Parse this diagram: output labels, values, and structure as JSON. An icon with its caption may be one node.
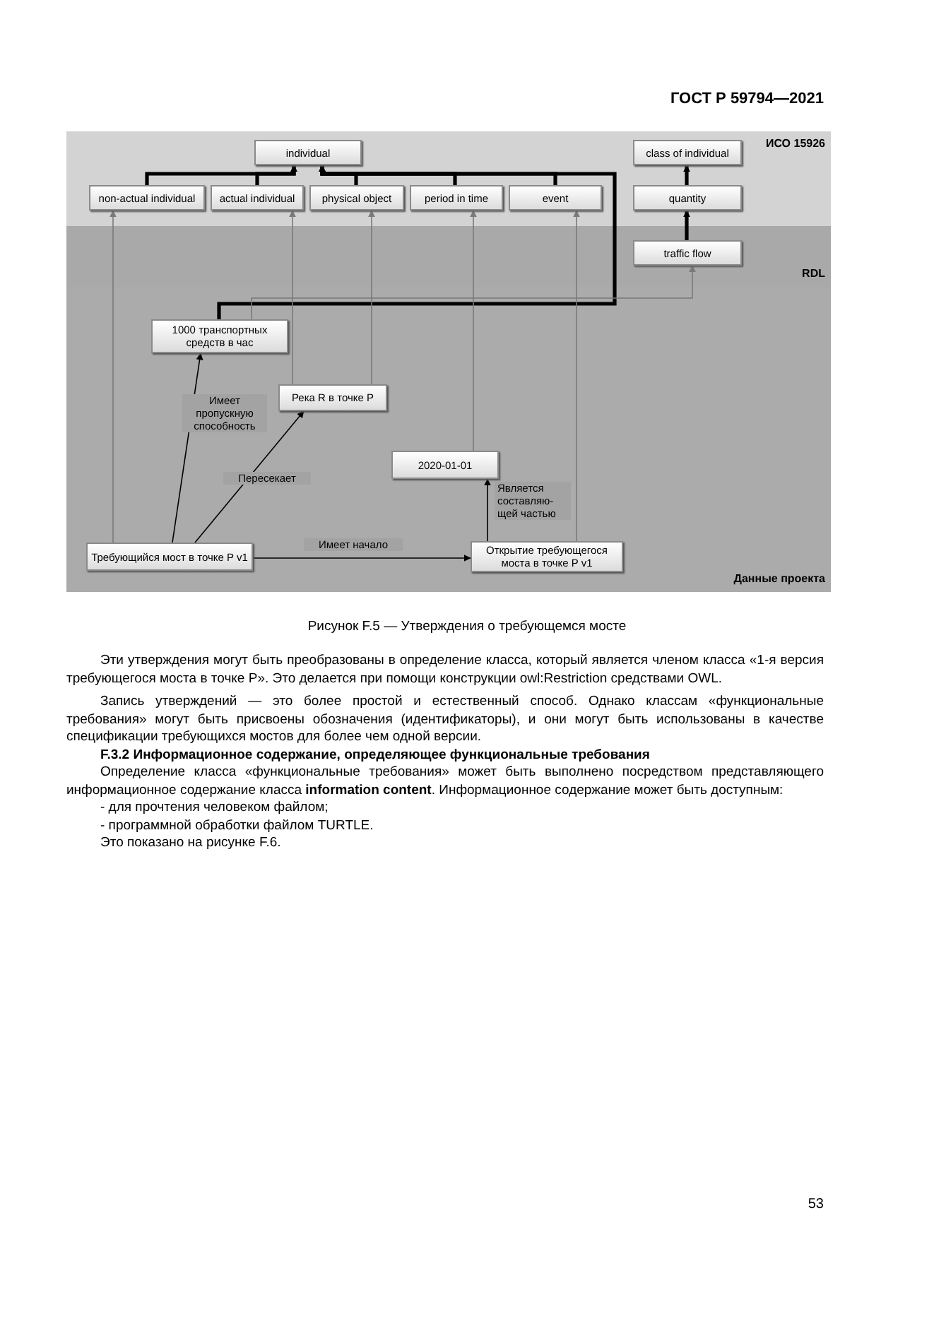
{
  "diagram": {
    "caption": "Рисунок F.5 — Утверждения о требующемся мосте",
    "nodes": [
      {
        "text": [
          "ИСО 15926"
        ]
      },
      {
        "text": [
          "individual"
        ],
        "in": 0
      },
      {
        "text": [
          "non-actual individual"
        ],
        "in": 0
      },
      {
        "text": [
          "actual individual"
        ],
        "in": 0
      },
      {
        "text": [
          "physical object"
        ],
        "in": 0
      },
      {
        "text": [
          "period in time"
        ],
        "in": 0
      },
      {
        "text": [
          "event"
        ],
        "in": 0
      },
      {
        "text": [
          "class of individual"
        ],
        "in": 0
      },
      {
        "text": [
          "quantity"
        ],
        "in": 0
      },
      {
        "text": [
          "RDL"
        ]
      },
      {
        "text": [
          "traffic flow"
        ],
        "in": 9
      },
      {
        "text": [
          "Данные проекта"
        ]
      },
      {
        "text": [
          "1000 транспортных средств в час"
        ],
        "in": 11
      },
      {
        "text": [
          "Река R в точке P"
        ],
        "in": 11
      },
      {
        "text": [
          "2020-01-01"
        ],
        "in": 11
      },
      {
        "text": [
          "Требующийся мост в точке P v1"
        ],
        "in": 11
      },
      {
        "text": [
          "Открытие требующегося моста в точке P v1"
        ],
        "in": 11
      }
    ],
    "edges": [
      {
        "from": 2,
        "to": 1,
        "arrow": "to",
        "style": "thick"
      },
      {
        "from": 3,
        "to": 1,
        "arrow": "to",
        "style": "thick"
      },
      {
        "from": 4,
        "to": 1,
        "arrow": "to",
        "style": "thick"
      },
      {
        "from": 5,
        "to": 1,
        "arrow": "to",
        "style": "thick"
      },
      {
        "from": 6,
        "to": 1,
        "arrow": "to",
        "style": "thick"
      },
      {
        "from": 12,
        "to": 1,
        "arrow": "to",
        "style": "thick"
      },
      {
        "from": 8,
        "to": 7,
        "arrow": "to",
        "style": "thick"
      },
      {
        "from": 10,
        "to": 8,
        "arrow": "to",
        "style": "thick"
      },
      {
        "from": 15,
        "to": 2,
        "arrow": "to",
        "color": "#7a7a7a"
      },
      {
        "from": 13,
        "to": 3,
        "arrow": "to",
        "color": "#7a7a7a"
      },
      {
        "from": 13,
        "to": 4,
        "arrow": "to",
        "color": "#7a7a7a"
      },
      {
        "from": 14,
        "to": 5,
        "arrow": "to",
        "color": "#7a7a7a"
      },
      {
        "from": 16,
        "to": 6,
        "arrow": "to",
        "color": "#7a7a7a"
      },
      {
        "from": 12,
        "to": 10,
        "arrow": "to",
        "color": "#7a7a7a"
      },
      {
        "from": 15,
        "to": 12,
        "arrow": "to",
        "label": "Имеет пропускную способность"
      },
      {
        "from": 15,
        "to": 13,
        "arrow": "to",
        "label": "Пересекает"
      },
      {
        "from": 15,
        "to": 16,
        "arrow": "to",
        "label": "Имеет начало"
      },
      {
        "from": 16,
        "to": 14,
        "arrow": "to",
        "label": "Является составляю- щей частью"
      }
    ],
    "labels": [
      "ГОСТ Р 59794—2021",
      "Эти утверждения могут быть преобразованы в определение класса, который является членом класса «1-я версия требующегося моста в точке P». Это делается при помощи конструкции owl:Restriction средствами OWL.",
      "Запись утверждений — это более простой и естественный способ. Однако классам «функциональные требования» могут быть присвоены обозначения (идентификаторы), и они могут быть использованы в качестве спецификации требующихся мостов для более чем одной версии.",
      "F.3.2 Информационное содержание, определяющее функциональные требования",
      "Определение класса «функциональные требования» может быть выполнено посредством представляющего информационное содержание класса **information content**. Информационное содержание может быть доступным:",
      "- для прочтения человеком файлом;",
      "- программной обработки файлом TURTLE.",
      "Это показано на рисунке F.6.",
      "53"
    ]
  }
}
